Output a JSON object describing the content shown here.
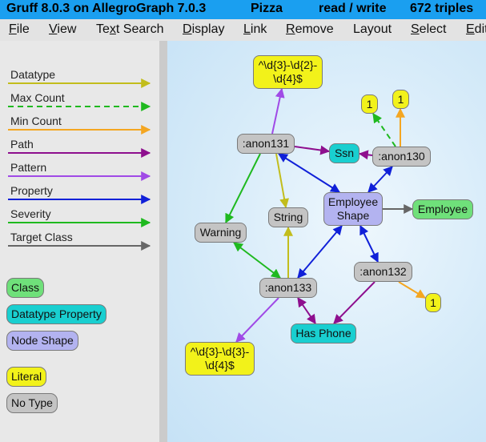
{
  "title": {
    "app": "Gruff 8.0.3 on AllegroGraph 7.0.3",
    "repository": "Pizza",
    "access": "read / write",
    "triples": "672 triples"
  },
  "menu": [
    {
      "pre": "",
      "u": "F",
      "post": "ile"
    },
    {
      "pre": "",
      "u": "V",
      "post": "iew"
    },
    {
      "pre": "Te",
      "u": "x",
      "post": "t Search"
    },
    {
      "pre": "",
      "u": "D",
      "post": "isplay"
    },
    {
      "pre": "",
      "u": "L",
      "post": "ink"
    },
    {
      "pre": "",
      "u": "R",
      "post": "emove"
    },
    {
      "pre": "Layout",
      "u": "",
      "post": ""
    },
    {
      "pre": "",
      "u": "S",
      "post": "elect"
    },
    {
      "pre": "",
      "u": "E",
      "post": "dit"
    }
  ],
  "legend": {
    "links": [
      {
        "label": "Datatype",
        "color": "#c2bd1c",
        "dashed": false
      },
      {
        "label": "Max Count",
        "color": "#1fb91f",
        "dashed": true
      },
      {
        "label": "Min Count",
        "color": "#f4a621",
        "dashed": false
      },
      {
        "label": "Path",
        "color": "#8e0f8e",
        "dashed": false
      },
      {
        "label": "Pattern",
        "color": "#a04ae6",
        "dashed": false
      },
      {
        "label": "Property",
        "color": "#1020d8",
        "dashed": false
      },
      {
        "label": "Severity",
        "color": "#1fb91f",
        "dashed": false
      },
      {
        "label": "Target Class",
        "color": "#666666",
        "dashed": false
      }
    ],
    "node_types": [
      {
        "label": "Class",
        "color": "#6fe07a"
      },
      {
        "label": "Datatype Property",
        "color": "#19cfd0"
      },
      {
        "label": "Node Shape",
        "color": "#b3b3f0"
      },
      {
        "label": "Literal",
        "color": "#f2f21a"
      },
      {
        "label": "No Type",
        "color": "#c4c4c4"
      }
    ]
  },
  "graph": {
    "nodes": {
      "pattern_ssn": {
        "label": "^\\d{3}-\\d{2}-\n\\d{4}$",
        "type": "Literal"
      },
      "lit_1a": {
        "label": "1",
        "type": "Literal"
      },
      "lit_1b": {
        "label": "1",
        "type": "Literal"
      },
      "anon131": {
        "label": ":anon131",
        "type": "No Type"
      },
      "ssn": {
        "label": "Ssn",
        "type": "Datatype Property"
      },
      "anon130": {
        "label": ":anon130",
        "type": "No Type"
      },
      "employee_shape": {
        "label": "Employee\nShape",
        "type": "Node Shape"
      },
      "employee": {
        "label": "Employee",
        "type": "Class"
      },
      "string": {
        "label": "String",
        "type": "No Type"
      },
      "warning": {
        "label": "Warning",
        "type": "No Type"
      },
      "anon132": {
        "label": ":anon132",
        "type": "No Type"
      },
      "lit_1c": {
        "label": "1",
        "type": "Literal"
      },
      "anon133": {
        "label": ":anon133",
        "type": "No Type"
      },
      "has_phone": {
        "label": "Has Phone",
        "type": "Datatype Property"
      },
      "pattern_phone": {
        "label": "^\\d{3}-\\d{3}-\n\\d{4}$",
        "type": "Literal"
      }
    },
    "edges": [
      {
        "from": "anon131",
        "to": "pattern_ssn",
        "relation": "Pattern"
      },
      {
        "from": "anon131",
        "to": "ssn",
        "relation": "Path"
      },
      {
        "from": "anon130",
        "to": "ssn",
        "relation": "Path"
      },
      {
        "from": "anon130",
        "to": "lit_1a",
        "relation": "Max Count"
      },
      {
        "from": "anon130",
        "to": "lit_1b",
        "relation": "Min Count"
      },
      {
        "from": "employee_shape",
        "to": "anon131",
        "relation": "Property"
      },
      {
        "from": "employee_shape",
        "to": "anon130",
        "relation": "Property"
      },
      {
        "from": "employee_shape",
        "to": "employee",
        "relation": "Target Class"
      },
      {
        "from": "employee_shape",
        "to": "anon133",
        "relation": "Property"
      },
      {
        "from": "employee_shape",
        "to": "anon132",
        "relation": "Property"
      },
      {
        "from": "anon131",
        "to": "string",
        "relation": "Datatype"
      },
      {
        "from": "anon131",
        "to": "warning",
        "relation": "Severity"
      },
      {
        "from": "anon133",
        "to": "string",
        "relation": "Datatype"
      },
      {
        "from": "anon133",
        "to": "warning",
        "relation": "Severity"
      },
      {
        "from": "anon132",
        "to": "lit_1c",
        "relation": "Min Count"
      },
      {
        "from": "anon132",
        "to": "has_phone",
        "relation": "Path"
      },
      {
        "from": "anon133",
        "to": "has_phone",
        "relation": "Path"
      },
      {
        "from": "anon133",
        "to": "pattern_phone",
        "relation": "Pattern"
      }
    ]
  }
}
